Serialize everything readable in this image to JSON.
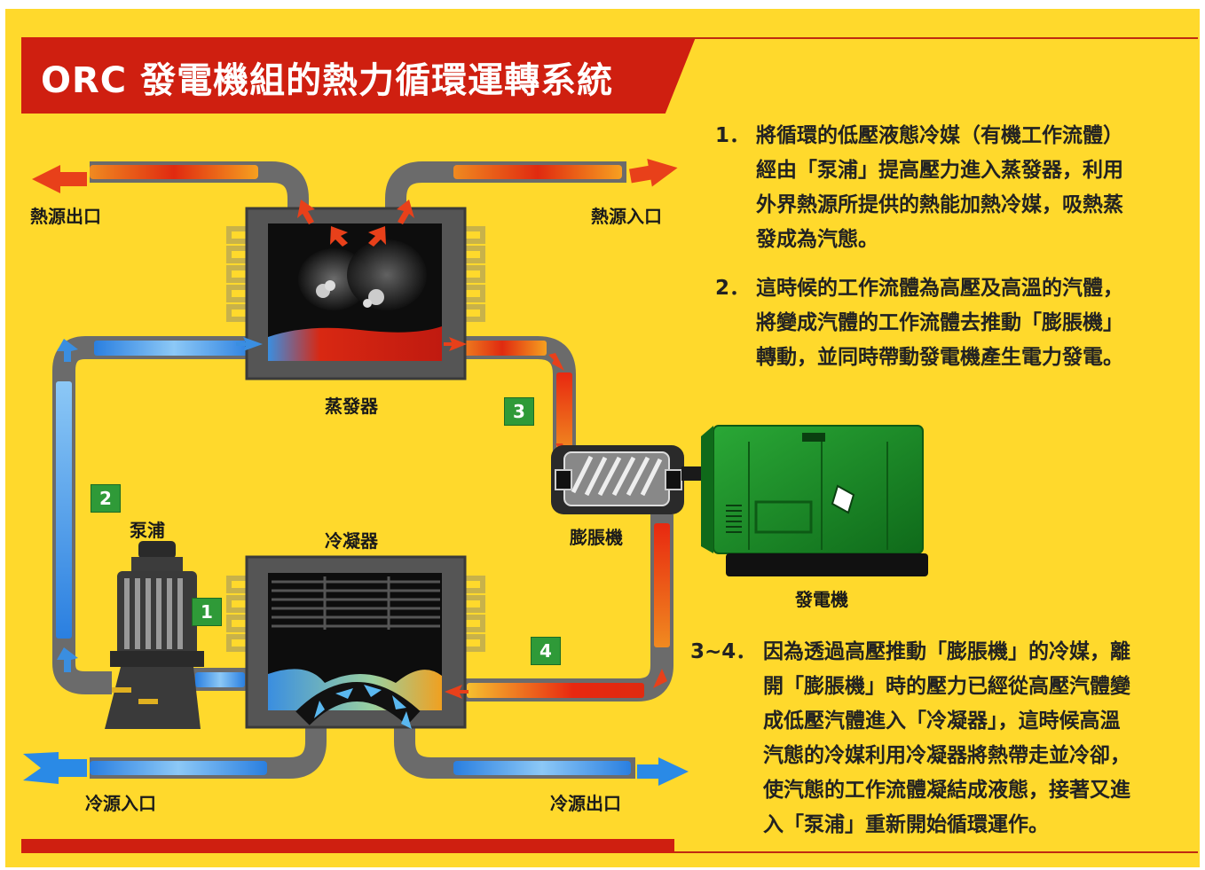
{
  "title": "ORC 發電機組的熱力循環運轉系統",
  "labels": {
    "heat_out": "熱源出口",
    "heat_in": "熱源入口",
    "evaporator": "蒸發器",
    "pump": "泵浦",
    "condenser": "冷凝器",
    "expander": "膨脹機",
    "generator": "發電機",
    "cold_in": "冷源入口",
    "cold_out": "冷源出口"
  },
  "markers": [
    "1",
    "2",
    "3",
    "4"
  ],
  "steps": [
    {
      "num": "1．",
      "lines": [
        "將循環的低壓液態冷媒（有機工作流體）",
        "經由「泵浦」提高壓力進入蒸發器，利用",
        "外界熱源所提供的熱能加熱冷媒，吸熱蒸",
        "發成為汽態。"
      ]
    },
    {
      "num": "2．",
      "lines": [
        "這時候的工作流體為高壓及高溫的汽體，",
        "將變成汽體的工作流體去推動「膨脹機」",
        "轉動，並同時帶動發電機產生電力發電。"
      ]
    },
    {
      "num": "3~4．",
      "lines": [
        "因為透過高壓推動「膨脹機」的冷媒，離",
        "開「膨脹機」時的壓力已經從高壓汽體變",
        "成低壓汽體進入「冷凝器」，這時候高溫",
        "汽態的冷媒利用冷凝器將熱帶走並冷卻，",
        "使汽態的工作流體凝結成液態，接著又進",
        "入「泵浦」重新開始循環運作。"
      ]
    }
  ],
  "colors": {
    "background": "#ffd92c",
    "banner": "#cf1f10",
    "hot": "#e03010",
    "cold": "#3a8ee0",
    "machine": "#5a5a5a",
    "marker": "#2f9a38",
    "generator": "#1f8f2a"
  }
}
